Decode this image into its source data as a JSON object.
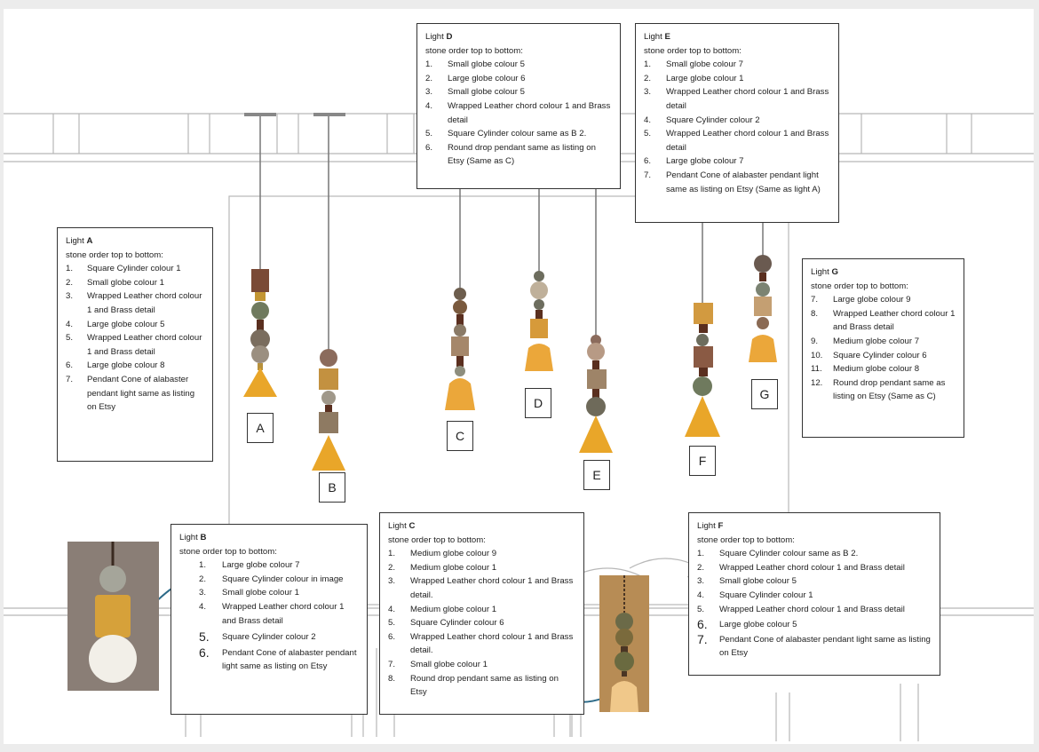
{
  "lights": [
    {
      "id": "A",
      "title_prefix": "Light ",
      "title_letter": "A",
      "subtitle": "stone order top to bottom:",
      "items": [
        {
          "n": "1.",
          "t": "Square Cylinder colour 1"
        },
        {
          "n": "2.",
          "t": "Small globe colour 1"
        },
        {
          "n": "3.",
          "t": "Wrapped Leather chord colour 1 and Brass detail"
        },
        {
          "n": "4.",
          "t": "Large globe colour 5"
        },
        {
          "n": "5.",
          "t": "Wrapped Leather chord colour 1 and Brass detail"
        },
        {
          "n": "6.",
          "t": "Large globe colour 8"
        },
        {
          "n": "7.",
          "t": "Pendant Cone of alabaster pendant light same as listing on Etsy"
        }
      ]
    },
    {
      "id": "B",
      "title_prefix": "Light ",
      "title_letter": "B",
      "subtitle": "stone order top to bottom:",
      "items": [
        {
          "n": "1.",
          "t": "Large globe colour 7"
        },
        {
          "n": "2.",
          "t": "Square Cylinder colour in image"
        },
        {
          "n": "3.",
          "t": "Small globe colour 1"
        },
        {
          "n": "4.",
          "t": "Wrapped Leather chord colour 1 and Brass detail"
        },
        {
          "n": "5.",
          "t": "Square Cylinder colour 2"
        },
        {
          "n": "6.",
          "t": "Pendant Cone of alabaster pendant light same as listing on Etsy"
        }
      ]
    },
    {
      "id": "C",
      "title_prefix": "Light ",
      "title_letter": "C",
      "subtitle": "stone order top to bottom:",
      "items": [
        {
          "n": "1.",
          "t": "Medium globe colour 9"
        },
        {
          "n": "2.",
          "t": "Medium globe colour 1"
        },
        {
          "n": "3.",
          "t": "Wrapped Leather chord colour 1 and Brass detail."
        },
        {
          "n": "4.",
          "t": "Medium globe colour 1"
        },
        {
          "n": "5.",
          "t": "Square Cylinder colour 6"
        },
        {
          "n": "6.",
          "t": "Wrapped Leather chord colour 1 and Brass detail."
        },
        {
          "n": "7.",
          "t": "Small globe colour 1"
        },
        {
          "n": "8.",
          "t": "Round drop pendant same as listing on Etsy"
        }
      ]
    },
    {
      "id": "D",
      "title_prefix": "Light ",
      "title_letter": "D",
      "subtitle": "stone order top to bottom:",
      "items": [
        {
          "n": "1.",
          "t": "Small globe colour 5"
        },
        {
          "n": "2.",
          "t": "Large globe colour 6"
        },
        {
          "n": "3.",
          "t": "Small globe colour 5"
        },
        {
          "n": "4.",
          "t": "Wrapped Leather chord colour 1 and Brass detail"
        },
        {
          "n": "5.",
          "t": "Square Cylinder colour same as B 2."
        },
        {
          "n": "6.",
          "t": "Round drop pendant same as listing on Etsy  (Same as C)"
        }
      ]
    },
    {
      "id": "E",
      "title_prefix": "Light ",
      "title_letter": "E",
      "subtitle": "stone order top to bottom:",
      "items": [
        {
          "n": "1.",
          "t": "Small globe colour 7"
        },
        {
          "n": "2.",
          "t": "Large globe colour 1"
        },
        {
          "n": "3.",
          "t": "Wrapped Leather chord colour 1 and Brass detail"
        },
        {
          "n": "4.",
          "t": "Square Cylinder colour 2"
        },
        {
          "n": "5.",
          "t": "Wrapped Leather chord colour 1 and Brass detail"
        },
        {
          "n": "6.",
          "t": "Large globe colour 7"
        },
        {
          "n": "7.",
          "t": "Pendant Cone of alabaster pendant light same as listing on Etsy (Same as light A)"
        }
      ]
    },
    {
      "id": "F",
      "title_prefix": "Light ",
      "title_letter": "F",
      "subtitle": "stone order top to bottom:",
      "items": [
        {
          "n": "1.",
          "t": "Square Cylinder colour same as B 2."
        },
        {
          "n": "2.",
          "t": "Wrapped Leather chord colour 1 and Brass detail"
        },
        {
          "n": "3.",
          "t": "Small globe colour 5"
        },
        {
          "n": "4.",
          "t": "Square Cylinder colour 1"
        },
        {
          "n": "5.",
          "t": "Wrapped Leather chord colour 1 and Brass detail"
        },
        {
          "n": "6.",
          "t": "Large globe colour 5"
        },
        {
          "n": "7.",
          "t": "Pendant Cone of alabaster pendant light same as listing on Etsy"
        }
      ]
    },
    {
      "id": "G",
      "title_prefix": "Light ",
      "title_letter": "G",
      "subtitle": "stone order top to bottom:",
      "items": [
        {
          "n": "7.",
          "t": "Large globe colour 9"
        },
        {
          "n": "8.",
          "t": "Wrapped Leather chord colour 1 and Brass detail"
        },
        {
          "n": "9.",
          "t": "Medium globe colour 7"
        },
        {
          "n": "10.",
          "t": "Square Cylinder colour 6"
        },
        {
          "n": "11.",
          "t": "Medium globe colour 8"
        },
        {
          "n": "12.",
          "t": "Round drop pendant same as listing on Etsy  (Same as C)"
        }
      ]
    }
  ],
  "tags": [
    "A",
    "B",
    "C",
    "D",
    "E",
    "F",
    "G"
  ],
  "colors": {
    "alabaster": "#e9a629",
    "stone_green": "#6f7a5e",
    "stone_brown": "#7a4a36",
    "leather": "#5a2f1f",
    "rod": "#777777",
    "arrow": "#2c6a88",
    "line": "#b5b5b5"
  }
}
